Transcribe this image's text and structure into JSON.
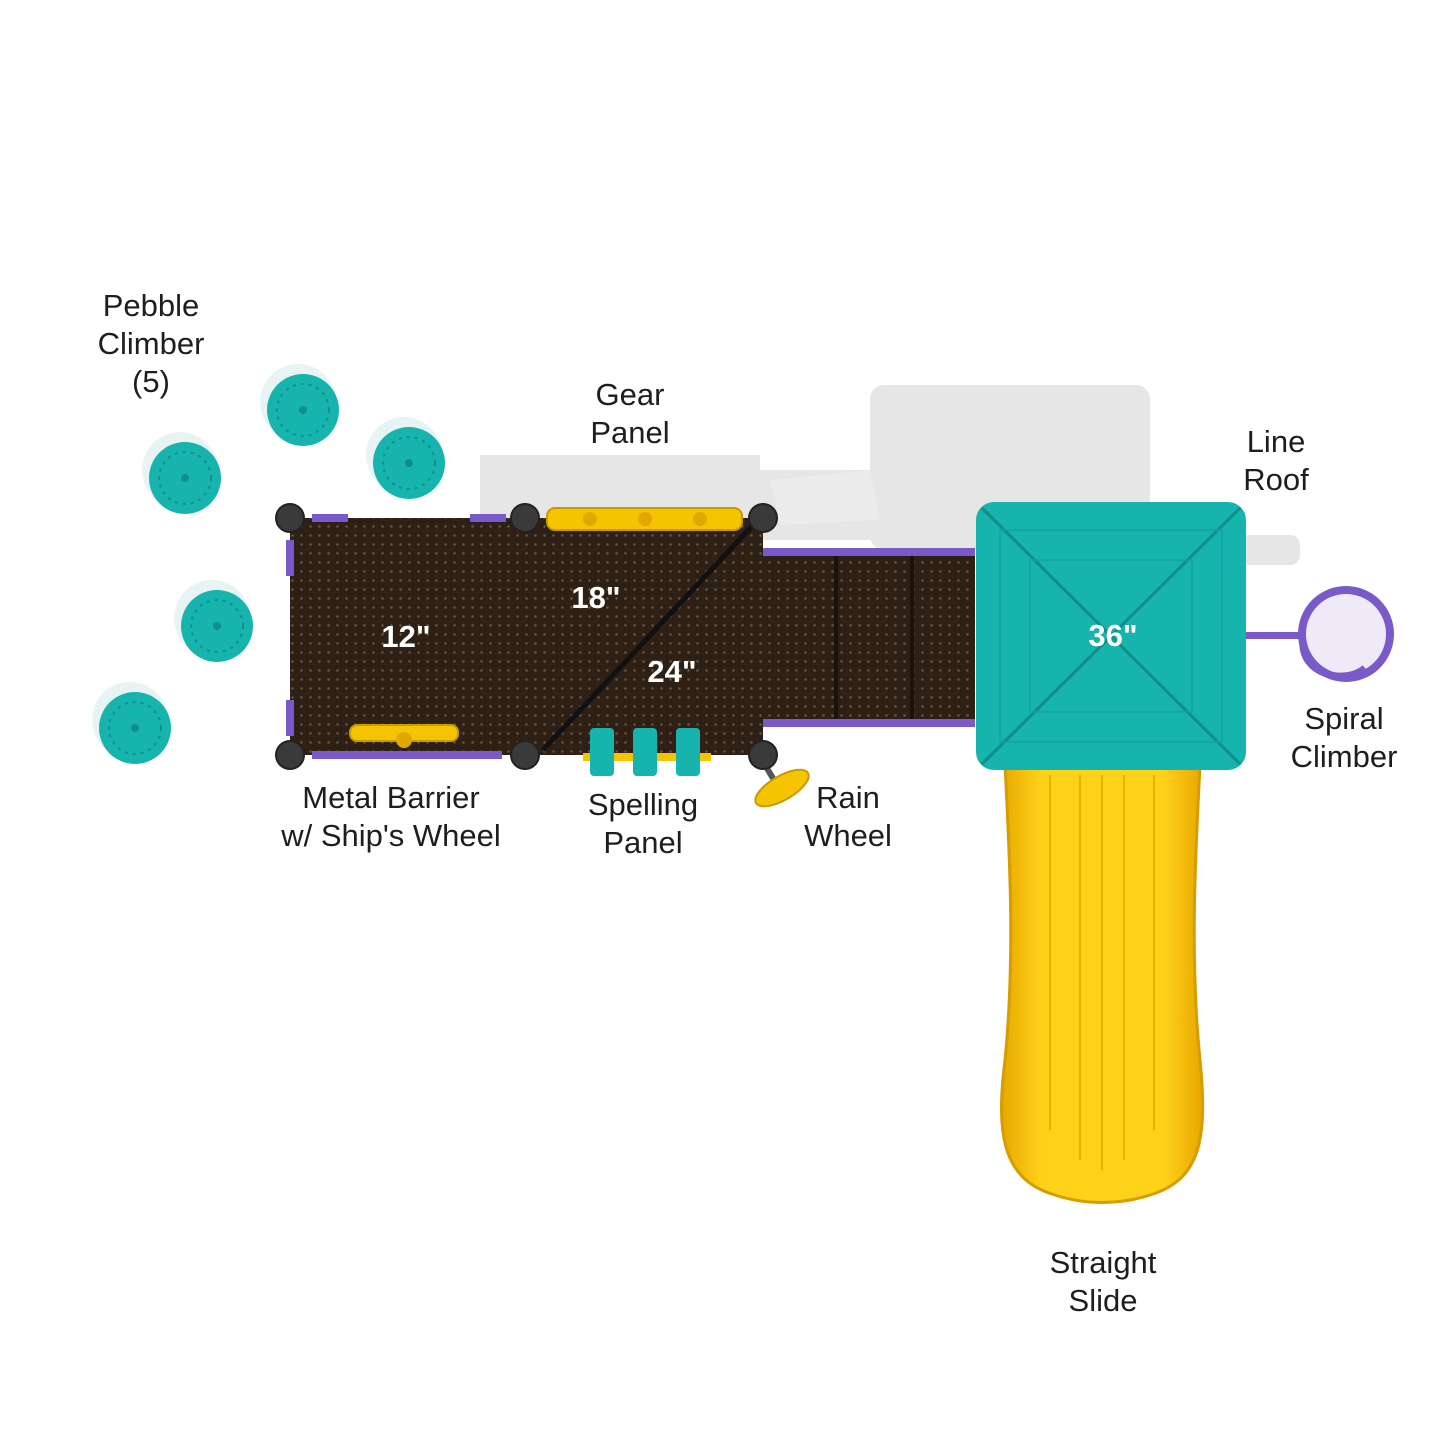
{
  "labels": {
    "pebble_climber": [
      "Pebble",
      "Climber",
      "(5)"
    ],
    "gear_panel": [
      "Gear",
      "Panel"
    ],
    "line_roof": [
      "Line",
      "Roof"
    ],
    "spiral_climber": [
      "Spiral",
      "Climber"
    ],
    "metal_barrier": [
      "Metal Barrier",
      "w/ Ship's Wheel"
    ],
    "spelling_panel": [
      "Spelling",
      "Panel"
    ],
    "rain_wheel": [
      "Rain",
      "Wheel"
    ],
    "straight_slide": [
      "Straight",
      "Slide"
    ]
  },
  "deck_heights": {
    "deck_a": "12\"",
    "deck_b": "18\"",
    "deck_c": "24\"",
    "roof": "36\""
  },
  "colors": {
    "deck": "#2f2016",
    "teal": "#17b3ad",
    "yellow": "#f5c400",
    "purple": "#7a5ac8",
    "post": "#3a3a3a"
  }
}
